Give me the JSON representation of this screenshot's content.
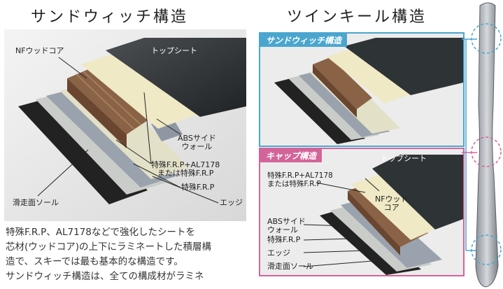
{
  "titles": {
    "sandwich": "サンドウィッチ構造",
    "twin_keel": "ツインキール構造"
  },
  "main_diagram": {
    "labels": {
      "core": "NFウッドコア",
      "top_sheet": "トップシート",
      "abs_line1": "ABSサイド",
      "abs_line2": "ウォール",
      "frp_al_line1": "特殊F.R.P+AL7178",
      "frp_al_line2": "または特殊F.R.P",
      "frp": "特殊F.R.P",
      "edge": "エッジ",
      "base": "滑走面ソール"
    }
  },
  "sandwich_panel": {
    "tag": "サンドウィッチ構造",
    "color": "#4aa6cf"
  },
  "cap_panel": {
    "tag": "キャップ構造",
    "color": "#d3649a",
    "labels": {
      "top_sheet": "トップシート",
      "frp_al_line1": "特殊F.R.P+AL7178",
      "frp_al_line2": "または特殊F.R.P",
      "core_line1": "NFウッド",
      "core_line2": "コア",
      "abs_line1": "ABSサイド",
      "abs_line2": "ウォール",
      "frp": "特殊F.R.P",
      "edge": "エッジ",
      "base": "滑走面ソール"
    }
  },
  "description": {
    "line1": "特殊F.R.P、AL7178などで強化したシートを",
    "line2": "芯材(ウッドコア)の上下にラミネートした積層構",
    "line3": "造で、スキーでは最も基本的な構造です。",
    "line4": "サンドウィッチ構造は、全ての構成材がラミネ"
  }
}
